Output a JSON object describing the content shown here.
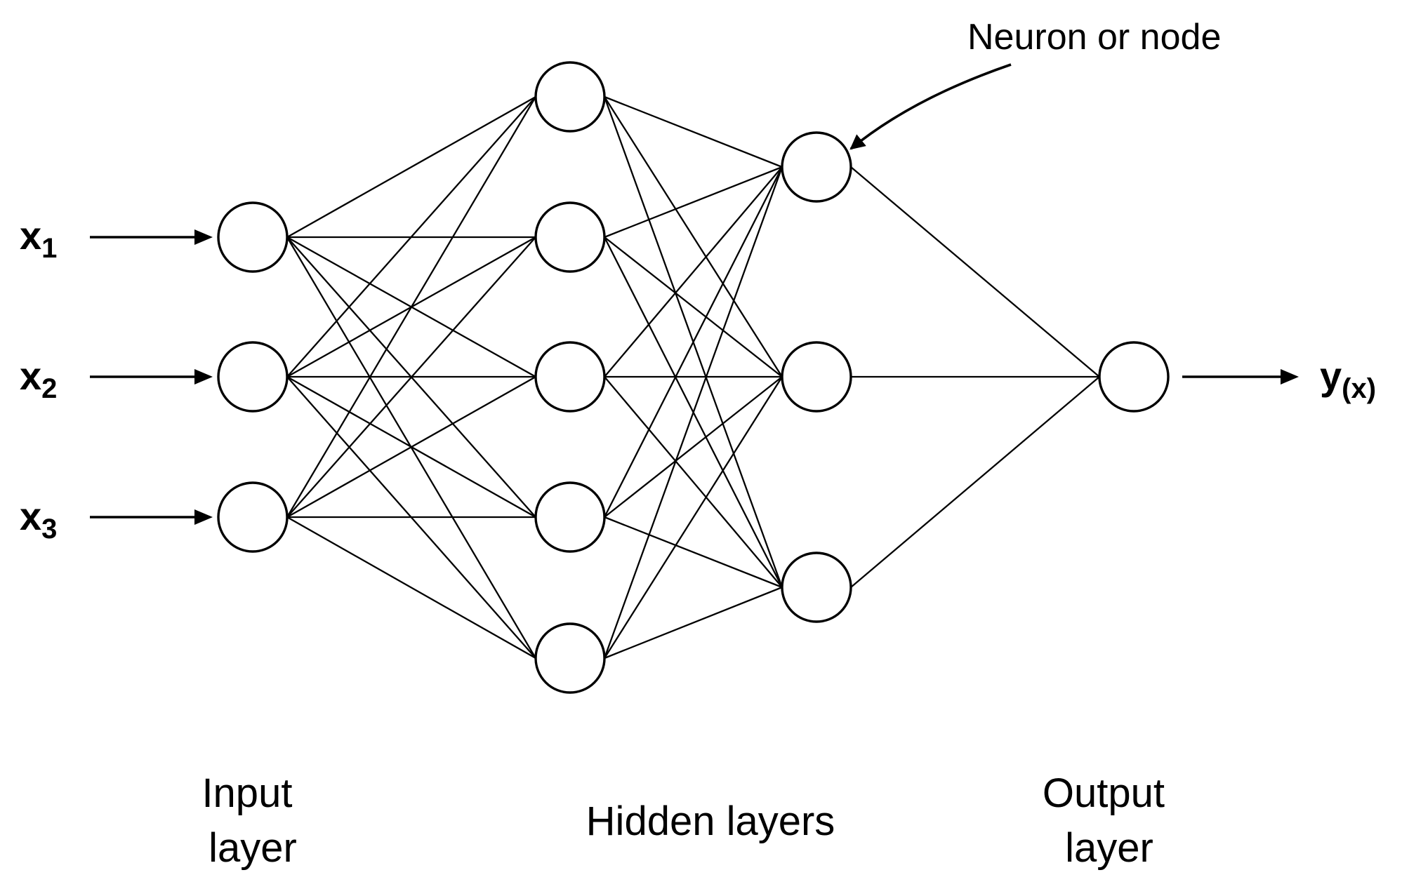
{
  "diagram": {
    "inputs": [
      {
        "symbol": "x",
        "subscript": "1"
      },
      {
        "symbol": "x",
        "subscript": "2"
      },
      {
        "symbol": "x",
        "subscript": "3"
      }
    ],
    "output": {
      "symbol": "y",
      "subscript": "(x)"
    },
    "layers": [
      {
        "nodes": 3
      },
      {
        "nodes": 5
      },
      {
        "nodes": 3
      },
      {
        "nodes": 1
      }
    ],
    "captions": {
      "input": [
        "Input",
        "layer"
      ],
      "hidden": "Hidden layers",
      "output": [
        "Output",
        "layer"
      ]
    },
    "callout": "Neuron or node",
    "colors": {
      "stroke": "#000000",
      "node_fill": "#ffffff",
      "background": "#ffffff"
    }
  }
}
